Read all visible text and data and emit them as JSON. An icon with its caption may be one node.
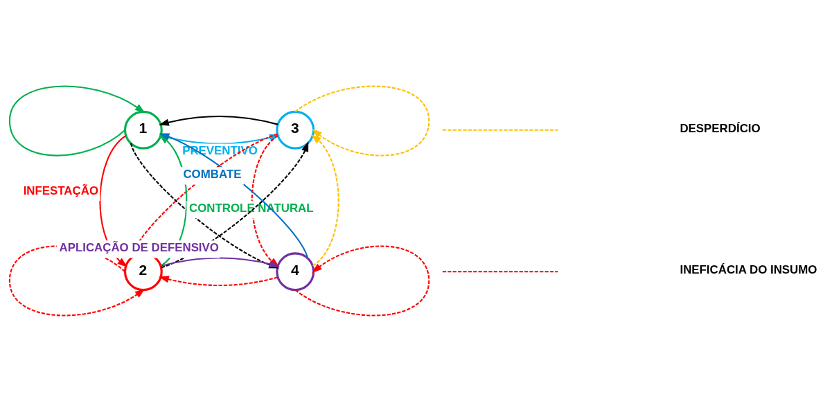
{
  "diagram": {
    "nodes": [
      {
        "text": [
          "1"
        ]
      },
      {
        "text": [
          "3"
        ]
      },
      {
        "text": [
          "2"
        ]
      },
      {
        "text": [
          "4"
        ]
      }
    ],
    "edges": [
      {
        "from": 0,
        "to": 0,
        "arrow": "to",
        "color": "#00b050"
      },
      {
        "from": 0,
        "to": 1,
        "arrow": "to",
        "label": "PREVENTIVO",
        "color": "#00b0f0"
      },
      {
        "from": 3,
        "to": 0,
        "arrow": "to",
        "label": "COMBATE",
        "color": "#0070c0"
      },
      {
        "from": 1,
        "to": 0,
        "arrow": "to",
        "color": "#000000"
      },
      {
        "from": 0,
        "to": 3,
        "arrow": "to",
        "style": "dashed",
        "color": "#000000"
      },
      {
        "from": 2,
        "to": 1,
        "arrow": "to",
        "style": "dashed",
        "color": "#000000"
      },
      {
        "from": 1,
        "to": 1,
        "arrow": "to",
        "style": "dashed",
        "color": "#ffc000"
      },
      {
        "from": 3,
        "to": 1,
        "arrow": "to",
        "style": "dashed",
        "color": "#ffc000"
      },
      {
        "from": 0,
        "to": 2,
        "arrow": "to",
        "label": "INFESTAÇÃO",
        "color": "#ff0000"
      },
      {
        "from": 2,
        "to": 0,
        "arrow": "to",
        "label": "CONTROLE NATURAL",
        "color": "#00b050"
      },
      {
        "from": 1,
        "to": 2,
        "arrow": "to",
        "style": "dashed",
        "color": "#ff0000"
      },
      {
        "from": 1,
        "to": 3,
        "arrow": "to",
        "style": "dashed",
        "color": "#ff0000"
      },
      {
        "from": 3,
        "to": 2,
        "arrow": "to",
        "style": "dashed",
        "color": "#ff0000"
      },
      {
        "from": 2,
        "to": 2,
        "arrow": "to",
        "style": "dashed",
        "color": "#ff0000"
      },
      {
        "from": 3,
        "to": 3,
        "arrow": "to",
        "style": "dashed",
        "color": "#ff0000"
      },
      {
        "from": 2,
        "to": 3,
        "arrow": "to",
        "label": "APLICAÇÃO DE DEFENSIVO",
        "color": "#7030a0"
      }
    ],
    "legend": [
      {
        "text": "DESPERDÍCIO"
      },
      {
        "text": "INEFICÁCIA DO INSUMO"
      }
    ]
  }
}
